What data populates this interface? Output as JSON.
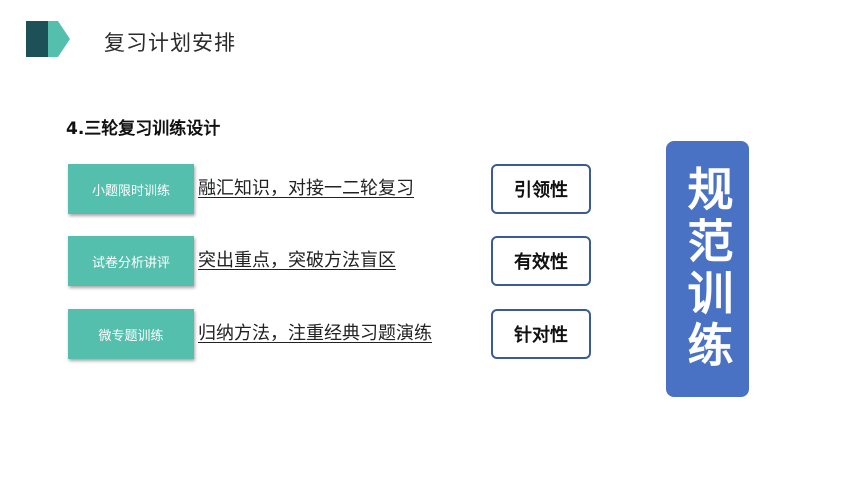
{
  "header": {
    "title": "复习计划安排",
    "accent_color": "#55bfae",
    "dark_color": "#1e5057"
  },
  "section": {
    "title": "4.三轮复习训练设计"
  },
  "rows": [
    {
      "tag": "小题限时训练",
      "description": "融汇知识，对接一二轮复习",
      "property": "引领性"
    },
    {
      "tag": "试卷分析讲评",
      "description": "突出重点，突破方法盲区",
      "property": "有效性"
    },
    {
      "tag": "微专题训练",
      "description": "归纳方法，注重经典习题演练",
      "property": "针对性"
    }
  ],
  "highlight": {
    "text": "规范训练",
    "color": "#4a72c4"
  },
  "colors": {
    "tag_bg": "#55bfae",
    "pill_border": "#3d5a98"
  }
}
